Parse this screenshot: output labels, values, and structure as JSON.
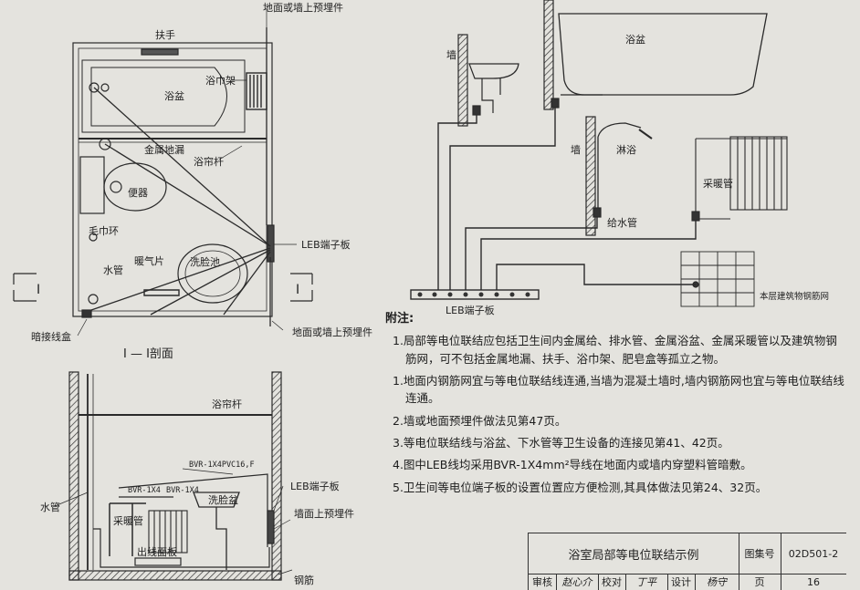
{
  "plan": {
    "label_floor_embed_top": "地面或墙上预埋件",
    "label_handrail": "扶手",
    "label_towel_rack": "浴巾架",
    "label_bathtub": "浴盆",
    "label_metal_drain": "金属地漏",
    "label_curtain_rod": "浴帘杆",
    "label_toilet": "便器",
    "label_towel_ring": "毛巾环",
    "label_water_pipe": "水管",
    "label_heating": "暖气片",
    "label_basin": "洗脸池",
    "label_leb": "LEB端子板",
    "label_junction_box": "暗接线盒",
    "label_floor_embed_bottom": "地面或墙上预埋件",
    "section_mark_left": "I",
    "section_mark_right": "I"
  },
  "section": {
    "title": "I — I剖面",
    "label_curtain_rod": "浴帘杆",
    "label_wire_pvc": "BVR-1X4PVC16,F",
    "label_leb": "LEB端子板",
    "label_wall_embed": "墙面上预埋件",
    "label_bvr_a": "BVR-1X4",
    "label_bvr_b": "BVR-1X4",
    "label_basin": "洗脸盆",
    "label_heating_pipe": "采暖管",
    "label_water_pipe": "水管",
    "label_outlet_panel": "出线面板",
    "label_rebar": "钢筋"
  },
  "schematic": {
    "label_wall_1": "墙",
    "label_bathtub": "浴盆",
    "label_wall_2": "墙",
    "label_shower": "淋浴",
    "label_supply_pipe": "给水管",
    "label_heating_pipe": "采暖管",
    "label_rebar_mesh": "本层建筑物钢筋网",
    "label_leb": "LEB端子板"
  },
  "notes": {
    "heading": "附注:",
    "items": [
      "1.局部等电位联结应包括卫生间内金属给、排水管、金属浴盆、金属采暖管以及建筑物钢筋网，可不包括金属地漏、扶手、浴巾架、肥皂盒等孤立之物。",
      "1.地面内钢筋网宜与等电位联结线连通,当墙为混凝土墙时,墙内钢筋网也宜与等电位联结线连通。",
      "2.墙或地面预埋件做法见第47页。",
      "3.等电位联结线与浴盆、下水管等卫生设备的连接见第41、42页。",
      "4.图中LEB线均采用BVR-1X4mm²导线在地面内或墙内穿塑料管暗敷。",
      "5.卫生间等电位端子板的设置位置应方便检测,其具体做法见第24、32页。"
    ]
  },
  "titleblock": {
    "title": "浴室局部等电位联结示例",
    "atlas_label": "图集号",
    "atlas_no": "02D501-2",
    "review_label": "审核",
    "review_sign": "赵心介",
    "check_label": "校对",
    "check_sign": "丁平",
    "design_label": "设计",
    "design_sign": "杨守",
    "page_label": "页",
    "page_no": "16"
  }
}
